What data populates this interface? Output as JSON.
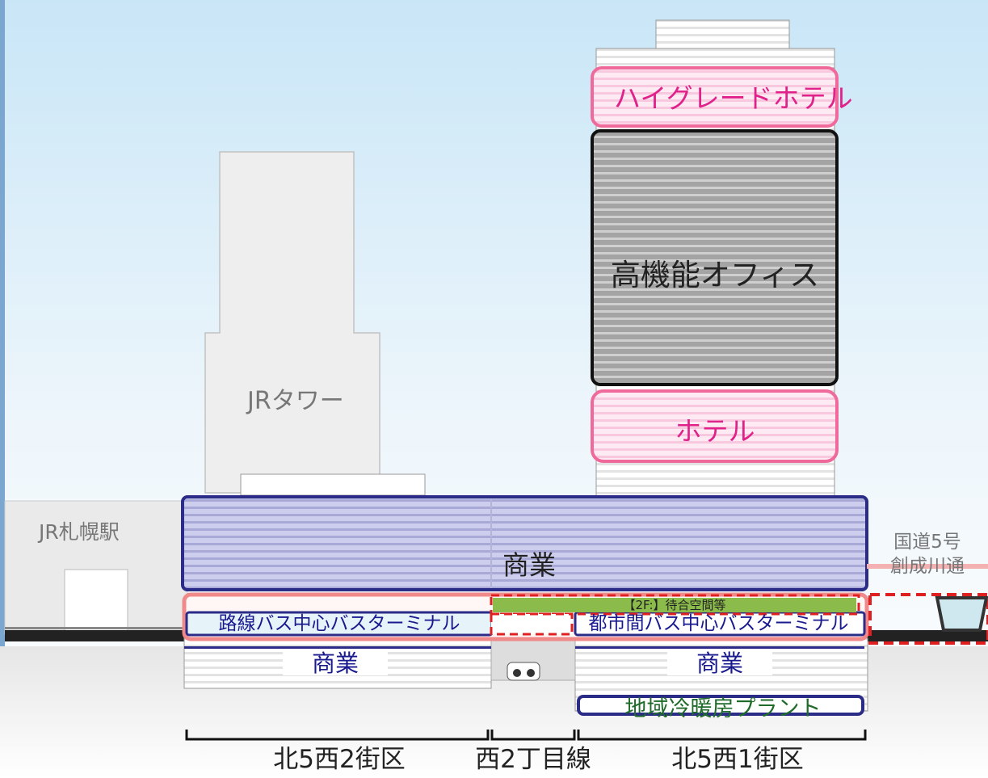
{
  "buildings": {
    "jr_sapporo_station": "JR札幌駅",
    "jr_tower": "JRタワー"
  },
  "tower": {
    "high_grade_hotel": "ハイグレードホテル",
    "office": "高機能オフィス",
    "hotel": "ホテル"
  },
  "podium": {
    "commercial_main": "商業",
    "waiting_space": "【2F:】待合空間等",
    "route_bus_terminal": "路線バス中心バスターミナル",
    "intercity_bus_terminal": "都市間バス中心バスターミナル",
    "commercial_left": "商業",
    "commercial_right": "商業",
    "dhc_plant": "地域冷暖房プラント"
  },
  "road": {
    "name_line1": "国道5号",
    "name_line2": "創成川通"
  },
  "blocks": {
    "left": "北5西2街区",
    "middle": "西2丁目線",
    "right": "北5西1街区"
  },
  "colors": {
    "sky_top": "#c9e6f7",
    "hotel_outline": "#ef6a9b",
    "hotel_fill": "#fde3f0",
    "office_fill": "#9c9c9c",
    "commercial_outline": "#2b2b88",
    "commercial_fill": "#c8c8ea",
    "terminal_outline": "#f08a8a",
    "waiting_fill": "#8bbb4a",
    "dashed_red": "#e02020"
  }
}
